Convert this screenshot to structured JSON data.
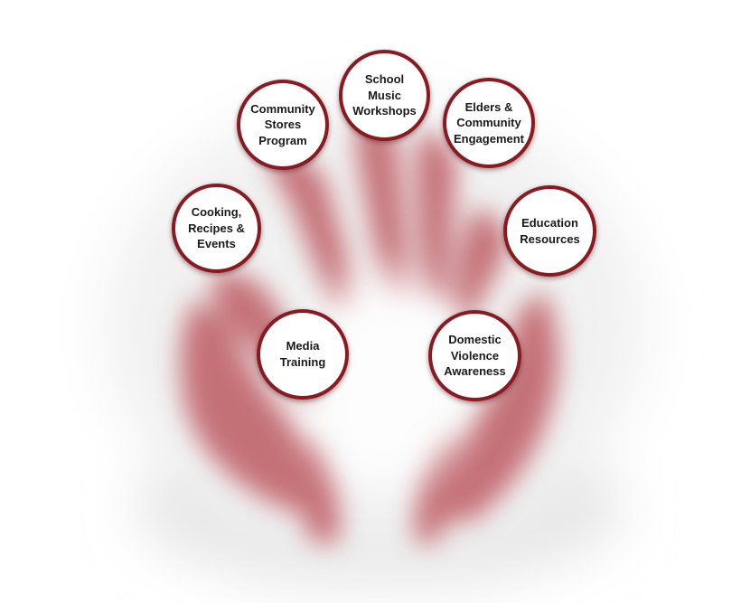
{
  "colors": {
    "ring": "#8a1a22",
    "hand": "#b8555c",
    "background": "#ffffff",
    "text": "#1a1a1a"
  },
  "nodes": {
    "school": "School\nMusic\nWorkshops",
    "stores": "Community\nStores\nProgram",
    "elders": "Elders &\nCommunity\nEngagement",
    "cooking": "Cooking,\nRecipes &\nEvents",
    "education": "Education\nResources",
    "media": "Media\nTraining",
    "domestic": "Domestic\nViolence\nAwareness"
  }
}
